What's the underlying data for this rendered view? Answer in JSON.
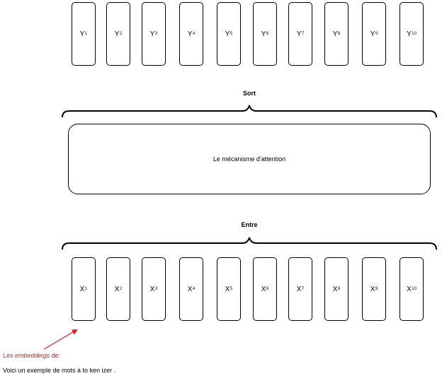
{
  "outputs": [
    {
      "letter": "Y",
      "sub": "1"
    },
    {
      "letter": "Y",
      "sub": "2"
    },
    {
      "letter": "Y",
      "sub": "3"
    },
    {
      "letter": "Y",
      "sub": "4"
    },
    {
      "letter": "Y",
      "sub": "5"
    },
    {
      "letter": "Y",
      "sub": "6"
    },
    {
      "letter": "Y",
      "sub": "7"
    },
    {
      "letter": "Y",
      "sub": "8"
    },
    {
      "letter": "Y",
      "sub": "9"
    },
    {
      "letter": "Y",
      "sub": "10"
    }
  ],
  "inputs": [
    {
      "letter": "X",
      "sub": "1"
    },
    {
      "letter": "X",
      "sub": "2"
    },
    {
      "letter": "X",
      "sub": "3"
    },
    {
      "letter": "X",
      "sub": "4"
    },
    {
      "letter": "X",
      "sub": "5"
    },
    {
      "letter": "X",
      "sub": "6"
    },
    {
      "letter": "X",
      "sub": "7"
    },
    {
      "letter": "X",
      "sub": "8"
    },
    {
      "letter": "X",
      "sub": "9"
    },
    {
      "letter": "X",
      "sub": "10"
    }
  ],
  "labels": {
    "output": "Sort",
    "input": "Entre",
    "attention": "Le mécanisme d'attention"
  },
  "captions": {
    "embeddings_prefix": "Les ",
    "embeddings_em": "embeddings",
    "embeddings_suffix": " de:",
    "example": "Voici un exemple de mots à to ken izer ."
  },
  "colors": {
    "annotation": "#e21b1b"
  }
}
